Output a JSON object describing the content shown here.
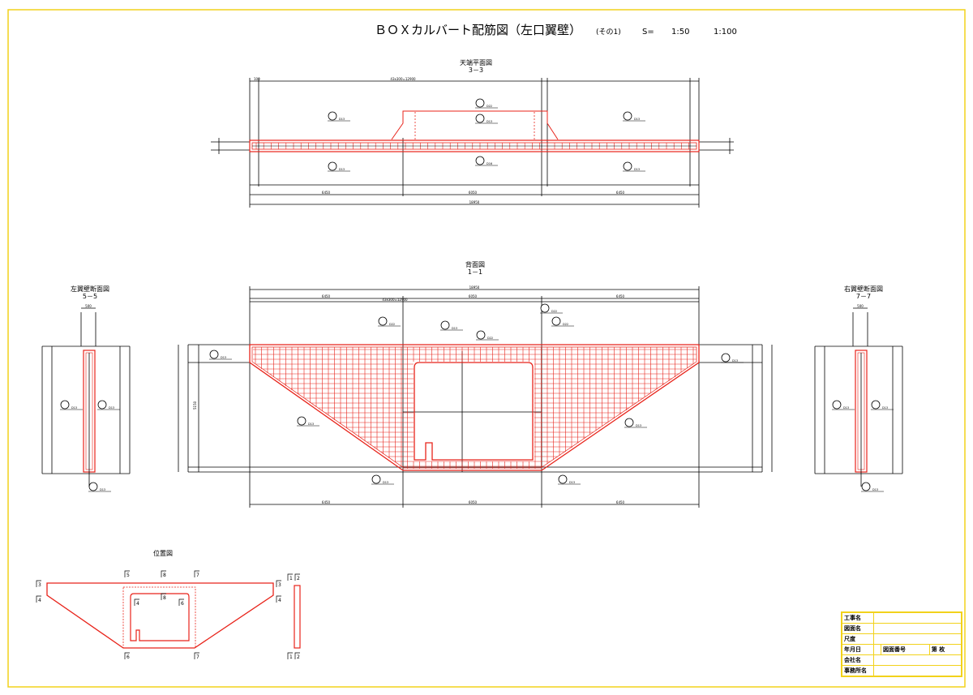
{
  "title": {
    "main": "ＢＯＸカルバート配筋図（左口翼壁）",
    "part": "(その1)",
    "scale_label": "S=",
    "scale_1": "1:50",
    "scale_2": "1:100"
  },
  "views": {
    "plan": {
      "name": "天端平面図",
      "section": "3－3"
    },
    "back": {
      "name": "背面図",
      "section": "1－1"
    },
    "left_wing": {
      "name": "左翼壁断面図",
      "section": "5－5"
    },
    "right_wing": {
      "name": "右翼壁断面図",
      "section": "7－7"
    },
    "location": {
      "name": "位置図"
    }
  },
  "dimensions": {
    "overall": "18950",
    "side": "6450",
    "center": "6050",
    "edge": "100",
    "pitch": "43x300=12900",
    "wing_width": "500",
    "height": "5150"
  },
  "rebar_labels": [
    "D13",
    "D22",
    "D16"
  ],
  "location_marks": [
    "3",
    "4",
    "5",
    "6",
    "7",
    "8",
    "1",
    "2"
  ],
  "title_block": {
    "rows": [
      {
        "label": "工事名",
        "value": ""
      },
      {
        "label": "図面名",
        "value": ""
      },
      {
        "label": "尺度",
        "value": ""
      },
      {
        "label": "年月日",
        "value": "",
        "label2": "図面番号",
        "value2": "第 枚"
      },
      {
        "label": "会社名",
        "value": ""
      },
      {
        "label": "事務所名",
        "value": ""
      }
    ]
  },
  "colors": {
    "border": "#f2d21b",
    "rebar": "#e8231a",
    "line": "#000000"
  }
}
